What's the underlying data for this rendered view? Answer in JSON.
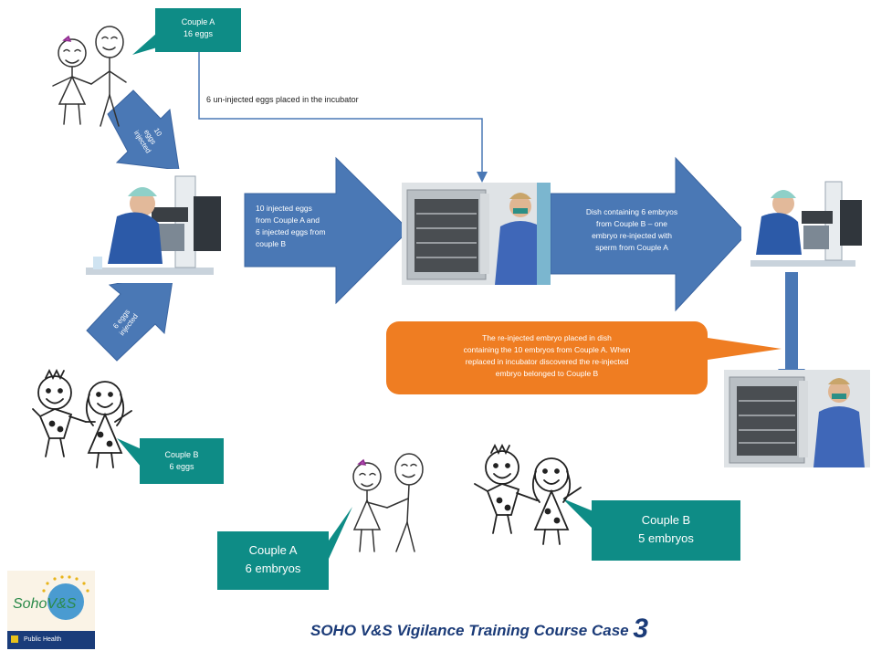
{
  "callouts": {
    "couple_a_eggs": [
      "Couple A",
      "16 eggs"
    ],
    "couple_b_eggs": [
      "Couple B",
      "6 eggs"
    ],
    "couple_a_embryos": [
      "Couple A",
      "6 embryos"
    ],
    "couple_b_embryos": [
      "Couple B",
      "5 embryos"
    ],
    "incident": [
      "The re-injected embryo placed in dish",
      "containing the 10 embryos from Couple A. When",
      "replaced in incubator discovered the re-injected",
      "embryo belonged to Couple B"
    ]
  },
  "labels": {
    "uninjected": "6 un-injected eggs placed in the incubator",
    "injected_a": [
      "10",
      "eggs",
      "injected"
    ],
    "injected_b": [
      "6 eggs",
      "injected"
    ],
    "big_arrow_1": [
      "10 injected eggs",
      "from Couple A and",
      "6 injected eggs from",
      "couple B"
    ],
    "big_arrow_2": [
      "Dish containing 6 embryos",
      "from Couple B – one",
      "embryo re-injected with",
      "sperm from Couple A"
    ]
  },
  "footer": {
    "title": "SOHO V&S Vigilance Training Course Case ",
    "case_number": "3",
    "logo_text": "SohoV&S",
    "logo_bar": "Public Health"
  },
  "colors": {
    "teal": "#0e8c86",
    "arrow_blue": "#4a78b5",
    "orange": "#ef7d22",
    "line_blue": "#4a78b5"
  }
}
